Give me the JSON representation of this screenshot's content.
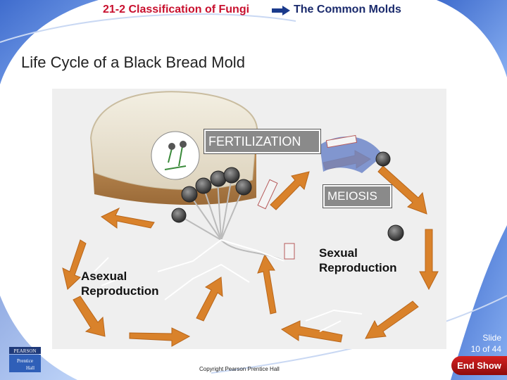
{
  "header": {
    "section": "21-2 Classification of Fungi",
    "topic": "The Common Molds"
  },
  "slide_title": "Life Cycle of a Black Bread Mold",
  "diagram": {
    "fertilization_label": "FERTILIZATION",
    "meiosis_label": "MEIOSIS",
    "asexual_label_line1": "Asexual",
    "asexual_label_line2": "Reproduction",
    "sexual_label_line1": "Sexual",
    "sexual_label_line2": "Reproduction"
  },
  "slide_counter": {
    "line1": "Slide",
    "line2": "10 of 44"
  },
  "copyright": "Copyright Pearson Prentice Hall",
  "end_show_label": "End Show",
  "logo": {
    "brand": "PEARSON",
    "line1": "Prentice",
    "line2": "Hall"
  },
  "colors": {
    "header_left": "#c8102e",
    "header_right": "#1a2a6c",
    "arrow": "#d9822b",
    "end_show": "#b81818"
  }
}
